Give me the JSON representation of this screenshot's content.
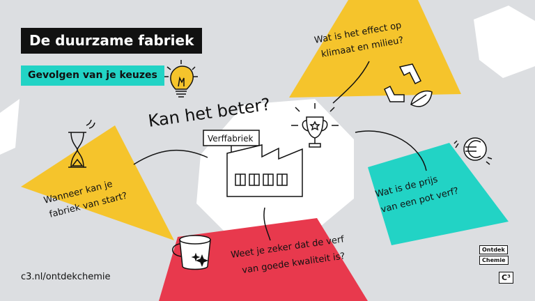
{
  "header": {
    "title": "De duurzame fabriek",
    "subtitle": "Gevolgen van je keuzes"
  },
  "center": {
    "question": "Kan het beter?",
    "sign_label": "Verffabriek"
  },
  "questions": {
    "climate": [
      "Wat is het effect op",
      "klimaat en milieu?"
    ],
    "start": [
      "Wanneer kan je",
      "fabriek van start?"
    ],
    "price": [
      "Wat is de prijs",
      "van een pot verf?"
    ],
    "quality": [
      "Weet je zeker dat de verf",
      "van goede kwaliteit is?"
    ]
  },
  "footer": {
    "link": "c3.nl/ontdekchemie"
  },
  "logo": {
    "line1": "Ontdek",
    "line2": "Chemie",
    "mark": "C³"
  },
  "colors": {
    "background": "#dcdee1",
    "yellow": "#f5c42c",
    "teal": "#22d3c5",
    "red": "#e8394d",
    "white": "#ffffff",
    "ink": "#111111"
  },
  "icons": [
    "lightbulb-icon",
    "hourglass-icon",
    "trophy-icon",
    "recycle-icon",
    "leaf-icon",
    "euro-icon",
    "paint-bucket-icon"
  ]
}
